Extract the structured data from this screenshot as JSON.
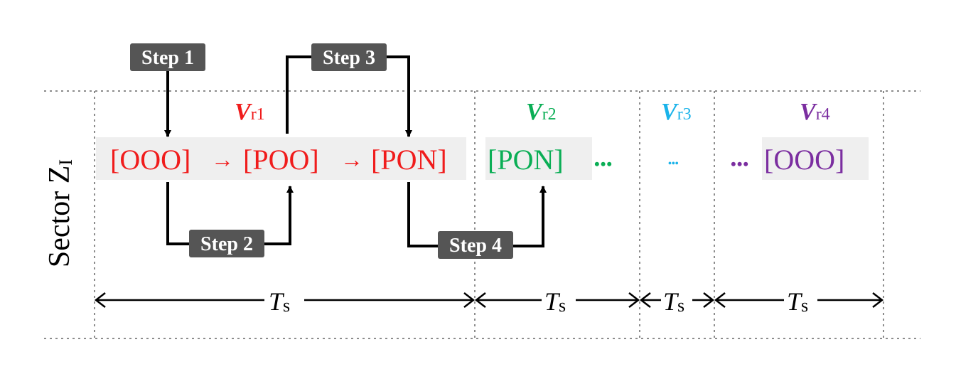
{
  "sector": {
    "label": "Sector Z",
    "subscript": "I"
  },
  "colors": {
    "interval1": "#f01c1c",
    "interval2": "#0aae55",
    "interval3": "#1ab3ea",
    "interval4": "#7b2ea0",
    "step_box": "#555555",
    "step_text": "#ffffff",
    "state_bg": "#efefef",
    "line": "#000000",
    "grid": "#8c8c8c"
  },
  "vectors": [
    {
      "letter": "V",
      "sub": "r1"
    },
    {
      "letter": "V",
      "sub": "r2"
    },
    {
      "letter": "V",
      "sub": "r3"
    },
    {
      "letter": "V",
      "sub": "r4"
    }
  ],
  "states": {
    "interval1": [
      "[OOO]",
      "[POO]",
      "[PON]"
    ],
    "interval1_arrows": [
      "→",
      "→"
    ],
    "interval2": "[PON]",
    "interval4": "[OOO]",
    "ellipsis_long": "•••",
    "ellipsis_short": "•••"
  },
  "steps": [
    "Step 1",
    "Step 2",
    "Step 3",
    "Step 4"
  ],
  "durations": [
    {
      "letter": "T",
      "sub": "s"
    },
    {
      "letter": "T",
      "sub": "s"
    },
    {
      "letter": "T",
      "sub": "s"
    },
    {
      "letter": "T",
      "sub": "s"
    }
  ]
}
